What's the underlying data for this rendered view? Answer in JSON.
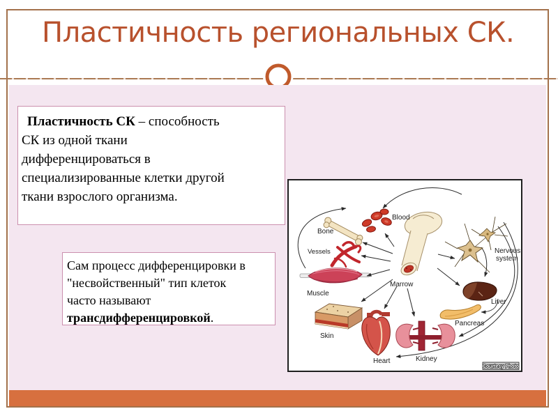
{
  "slide": {
    "title": "Пластичность региональных СК.",
    "definition_box": {
      "term": "Пластичность СК",
      "line1_rest": " – способность",
      "lines": [
        "СК из одной ткани",
        "дифференцироваться в",
        "специализированные клетки другой",
        "ткани взрослого организма."
      ]
    },
    "note_box": {
      "lines": [
        "Сам процесс дифференцировки в",
        "\"несвойственный\" тип клеток",
        "часто называют"
      ],
      "term": "трансдифференцировкой",
      "after": "."
    },
    "diagram": {
      "labels": {
        "blood": "Blood",
        "bone": "Bone",
        "vessels": "Vessels",
        "muscle": "Muscle",
        "skin": "Skin",
        "heart": "Heart",
        "kidney": "Kidney",
        "pancreas": "Pancreas",
        "liver": "Liver",
        "nervous_line1": "Nervous",
        "nervous_line2": "system",
        "marrow": "Marrow",
        "credit": "Courtesy Photo"
      }
    },
    "colors": {
      "title_text": "#b8512d",
      "frame_border": "#a3714b",
      "body_pink": "#f4e6f0",
      "footer_orange": "#d7703f",
      "textbox_border": "#cb8fae",
      "ornament": "#c05a2b"
    }
  }
}
